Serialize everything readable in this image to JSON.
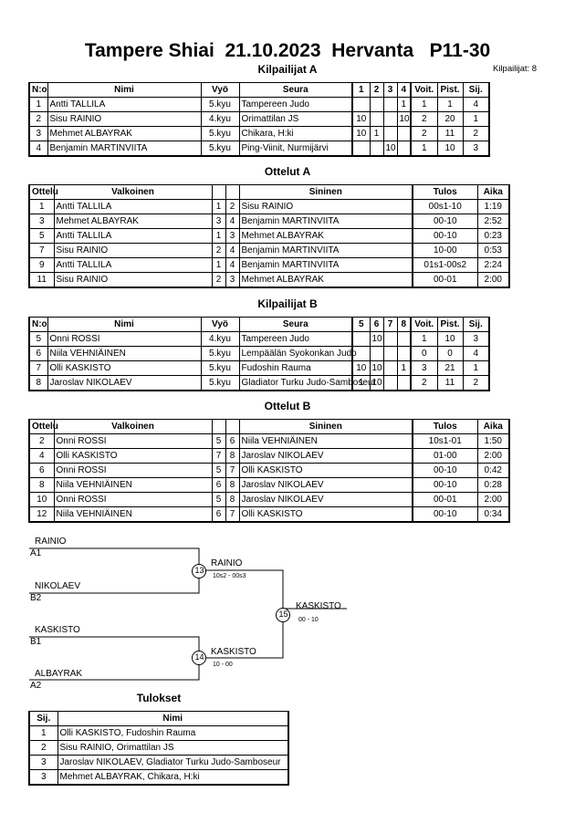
{
  "header": {
    "title": "Tampere Shiai  21.10.2023  Hervanta   P11-30",
    "competitors_count": "Kilpailijat: 8"
  },
  "poolA": {
    "heading": "Kilpailijat A",
    "columns": [
      "N:o",
      "Nimi",
      "Vyö",
      "Seura",
      "1",
      "2",
      "3",
      "4",
      "Voit.",
      "Pist.",
      "Sij."
    ],
    "rows": [
      [
        "1",
        "Antti TALLILA",
        "5.kyu",
        "Tampereen Judo",
        "",
        "",
        "",
        "1",
        "1",
        "1",
        "4"
      ],
      [
        "2",
        "Sisu RAINIO",
        "4.kyu",
        "Orimattilan JS",
        "10",
        "",
        "",
        "10",
        "2",
        "20",
        "1"
      ],
      [
        "3",
        "Mehmet ALBAYRAK",
        "5.kyu",
        "Chikara, H:ki",
        "10",
        "1",
        "",
        "",
        "2",
        "11",
        "2"
      ],
      [
        "4",
        "Benjamin MARTINVIITA",
        "5.kyu",
        "Ping-Viinit, Nurmijärvi",
        "",
        "",
        "10",
        "",
        "1",
        "10",
        "3"
      ]
    ]
  },
  "matchesA": {
    "heading": "Ottelut A",
    "columns": [
      "Ottelu",
      "Valkoinen",
      "",
      "",
      "Sininen",
      "Tulos",
      "Aika"
    ],
    "rows": [
      [
        "1",
        "Antti TALLILA",
        "1",
        "2",
        "Sisu RAINIO",
        "00s1-10",
        "1:19"
      ],
      [
        "3",
        "Mehmet ALBAYRAK",
        "3",
        "4",
        "Benjamin MARTINVIITA",
        "00-10",
        "2:52"
      ],
      [
        "5",
        "Antti TALLILA",
        "1",
        "3",
        "Mehmet ALBAYRAK",
        "00-10",
        "0:23"
      ],
      [
        "7",
        "Sisu RAINIO",
        "2",
        "4",
        "Benjamin MARTINVIITA",
        "10-00",
        "0:53"
      ],
      [
        "9",
        "Antti TALLILA",
        "1",
        "4",
        "Benjamin MARTINVIITA",
        "01s1-00s2",
        "2:24"
      ],
      [
        "11",
        "Sisu RAINIO",
        "2",
        "3",
        "Mehmet ALBAYRAK",
        "00-01",
        "2:00"
      ]
    ]
  },
  "poolB": {
    "heading": "Kilpailijat B",
    "columns": [
      "N:o",
      "Nimi",
      "Vyö",
      "Seura",
      "5",
      "6",
      "7",
      "8",
      "Voit.",
      "Pist.",
      "Sij."
    ],
    "rows": [
      [
        "5",
        "Onni ROSSI",
        "4.kyu",
        "Tampereen Judo",
        "",
        "10",
        "",
        "",
        "1",
        "10",
        "3"
      ],
      [
        "6",
        "Niila VEHNIÄINEN",
        "5.kyu",
        "Lempäälän Syokonkan Judo",
        "",
        "",
        "",
        "",
        "0",
        "0",
        "4"
      ],
      [
        "7",
        "Olli KASKISTO",
        "5.kyu",
        "Fudoshin Rauma",
        "10",
        "10",
        "",
        "1",
        "3",
        "21",
        "1"
      ],
      [
        "8",
        "Jaroslav NIKOLAEV",
        "5.kyu",
        "Gladiator Turku Judo-Samboseur",
        "1",
        "10",
        "",
        "",
        "2",
        "11",
        "2"
      ]
    ]
  },
  "matchesB": {
    "heading": "Ottelut B",
    "columns": [
      "Ottelu",
      "Valkoinen",
      "",
      "",
      "Sininen",
      "Tulos",
      "Aika"
    ],
    "rows": [
      [
        "2",
        "Onni ROSSI",
        "5",
        "6",
        "Niila VEHNIÄINEN",
        "10s1-01",
        "1:50"
      ],
      [
        "4",
        "Olli KASKISTO",
        "7",
        "8",
        "Jaroslav NIKOLAEV",
        "01-00",
        "2:00"
      ],
      [
        "6",
        "Onni ROSSI",
        "5",
        "7",
        "Olli KASKISTO",
        "00-10",
        "0:42"
      ],
      [
        "8",
        "Niila VEHNIÄINEN",
        "6",
        "8",
        "Jaroslav NIKOLAEV",
        "00-10",
        "0:28"
      ],
      [
        "10",
        "Onni ROSSI",
        "5",
        "8",
        "Jaroslav NIKOLAEV",
        "00-01",
        "2:00"
      ],
      [
        "12",
        "Niila VEHNIÄINEN",
        "6",
        "7",
        "Olli KASKISTO",
        "00-10",
        "0:34"
      ]
    ]
  },
  "bracket": {
    "sf1": {
      "top_name": "RAINIO",
      "top_seed": "A1",
      "bottom_name": "NIKOLAEV",
      "bottom_seed": "B2",
      "match": "13",
      "winner": "RAINIO",
      "score": "10s2 - 00s3"
    },
    "sf2": {
      "top_name": "KASKISTO",
      "top_seed": "B1",
      "bottom_name": "ALBAYRAK",
      "bottom_seed": "A2",
      "match": "14",
      "winner": "KASKISTO",
      "score": "10 - 00"
    },
    "final": {
      "match": "15",
      "winner": "KASKISTO",
      "score": "00 - 10"
    }
  },
  "results": {
    "heading": "Tulokset",
    "columns": [
      "Sij.",
      "Nimi"
    ],
    "rows": [
      [
        "1",
        "Olli KASKISTO, Fudoshin Rauma"
      ],
      [
        "2",
        "Sisu RAINIO, Orimattilan JS"
      ],
      [
        "3",
        "Jaroslav NIKOLAEV, Gladiator Turku Judo-Samboseur"
      ],
      [
        "3",
        "Mehmet ALBAYRAK, Chikara, H:ki"
      ]
    ]
  }
}
